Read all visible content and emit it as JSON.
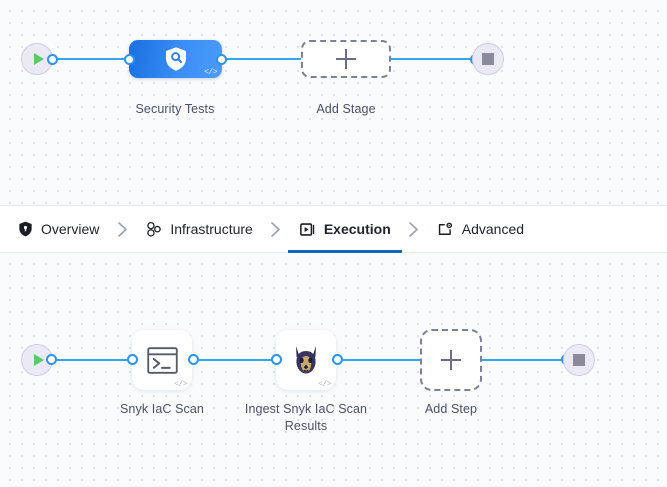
{
  "canvas": {
    "grid_dot_color": "#d3dce8",
    "background": "#fafbfd"
  },
  "theme": {
    "wire_color": "#35a5f2",
    "port_border": "#2b93f0",
    "stage_node_gradient_start": "#1b6fe0",
    "stage_node_gradient_end": "#4b9bf8",
    "active_tab_underline": "#1565c0",
    "start_marker_color": "#5bc86a",
    "stop_marker_color": "#8b8a9c",
    "dashed_border_color": "#7d7f98"
  },
  "stage_graph": {
    "name": "stage-pipeline",
    "start_node": {
      "icon": "play-icon",
      "label": ""
    },
    "end_node": {
      "icon": "stop-icon",
      "label": ""
    },
    "nodes": [
      {
        "id": "security-tests",
        "label": "Security Tests",
        "icon": "shield-search-icon",
        "badge": "</>",
        "type": "stage"
      },
      {
        "id": "add-stage",
        "label": "Add Stage",
        "icon": "plus-icon",
        "type": "placeholder"
      }
    ]
  },
  "step_graph": {
    "name": "step-pipeline",
    "start_node": {
      "icon": "play-icon",
      "label": ""
    },
    "end_node": {
      "icon": "stop-icon",
      "label": ""
    },
    "nodes": [
      {
        "id": "snyk-iac-scan",
        "label": "Snyk IaC Scan",
        "icon": "terminal-icon",
        "badge": "</>",
        "type": "step"
      },
      {
        "id": "ingest-snyk-iac-scan-results",
        "label": "Ingest Snyk IaC Scan Results",
        "icon": "snyk-doberman-icon",
        "badge": "</>",
        "type": "step"
      },
      {
        "id": "add-step",
        "label": "Add Step",
        "icon": "plus-icon",
        "type": "placeholder"
      }
    ]
  },
  "tabs": {
    "separator": "›",
    "items": [
      {
        "id": "overview",
        "label": "Overview",
        "icon": "shield-icon",
        "active": false
      },
      {
        "id": "infrastructure",
        "label": "Infrastructure",
        "icon": "nodes-cluster-icon",
        "active": false
      },
      {
        "id": "execution",
        "label": "Execution",
        "icon": "play-box-icon",
        "active": true
      },
      {
        "id": "advanced",
        "label": "Advanced",
        "icon": "card-gear-icon",
        "active": false
      }
    ]
  }
}
